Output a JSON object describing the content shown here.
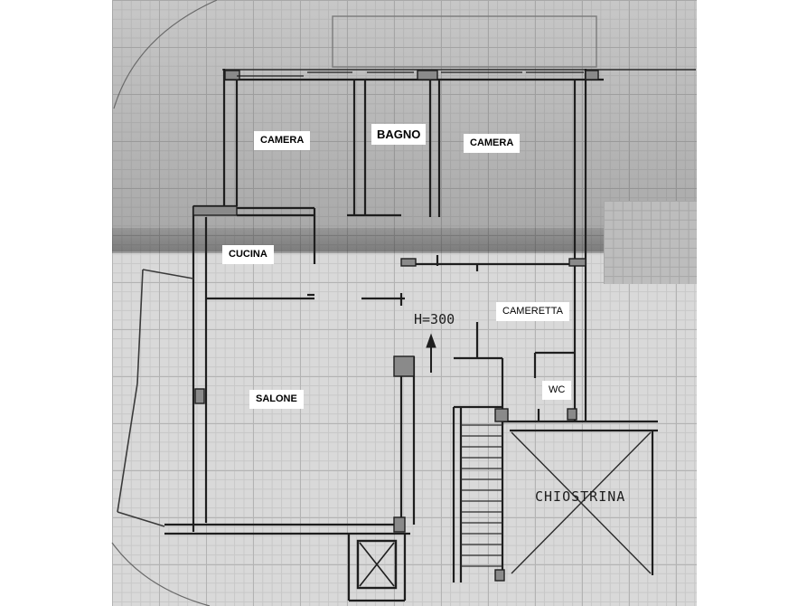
{
  "rooms": {
    "camera_left": "CAMERA",
    "bagno": "BAGNO",
    "camera_right": "CAMERA",
    "cucina": "CUCINA",
    "cameretta": "CAMERETTA",
    "salone": "SALONE",
    "wc": "WC"
  },
  "annotations": {
    "height": "H=300",
    "courtyard": "CHIOSTRINA"
  },
  "colors": {
    "ink": "#1e1e1e",
    "paper": "#d9d9d9",
    "grid": "#b3b3b3",
    "label_bg": "#ffffff"
  },
  "icons": [
    "north-arrow-icon",
    "elevator-icon",
    "staircase-icon"
  ]
}
